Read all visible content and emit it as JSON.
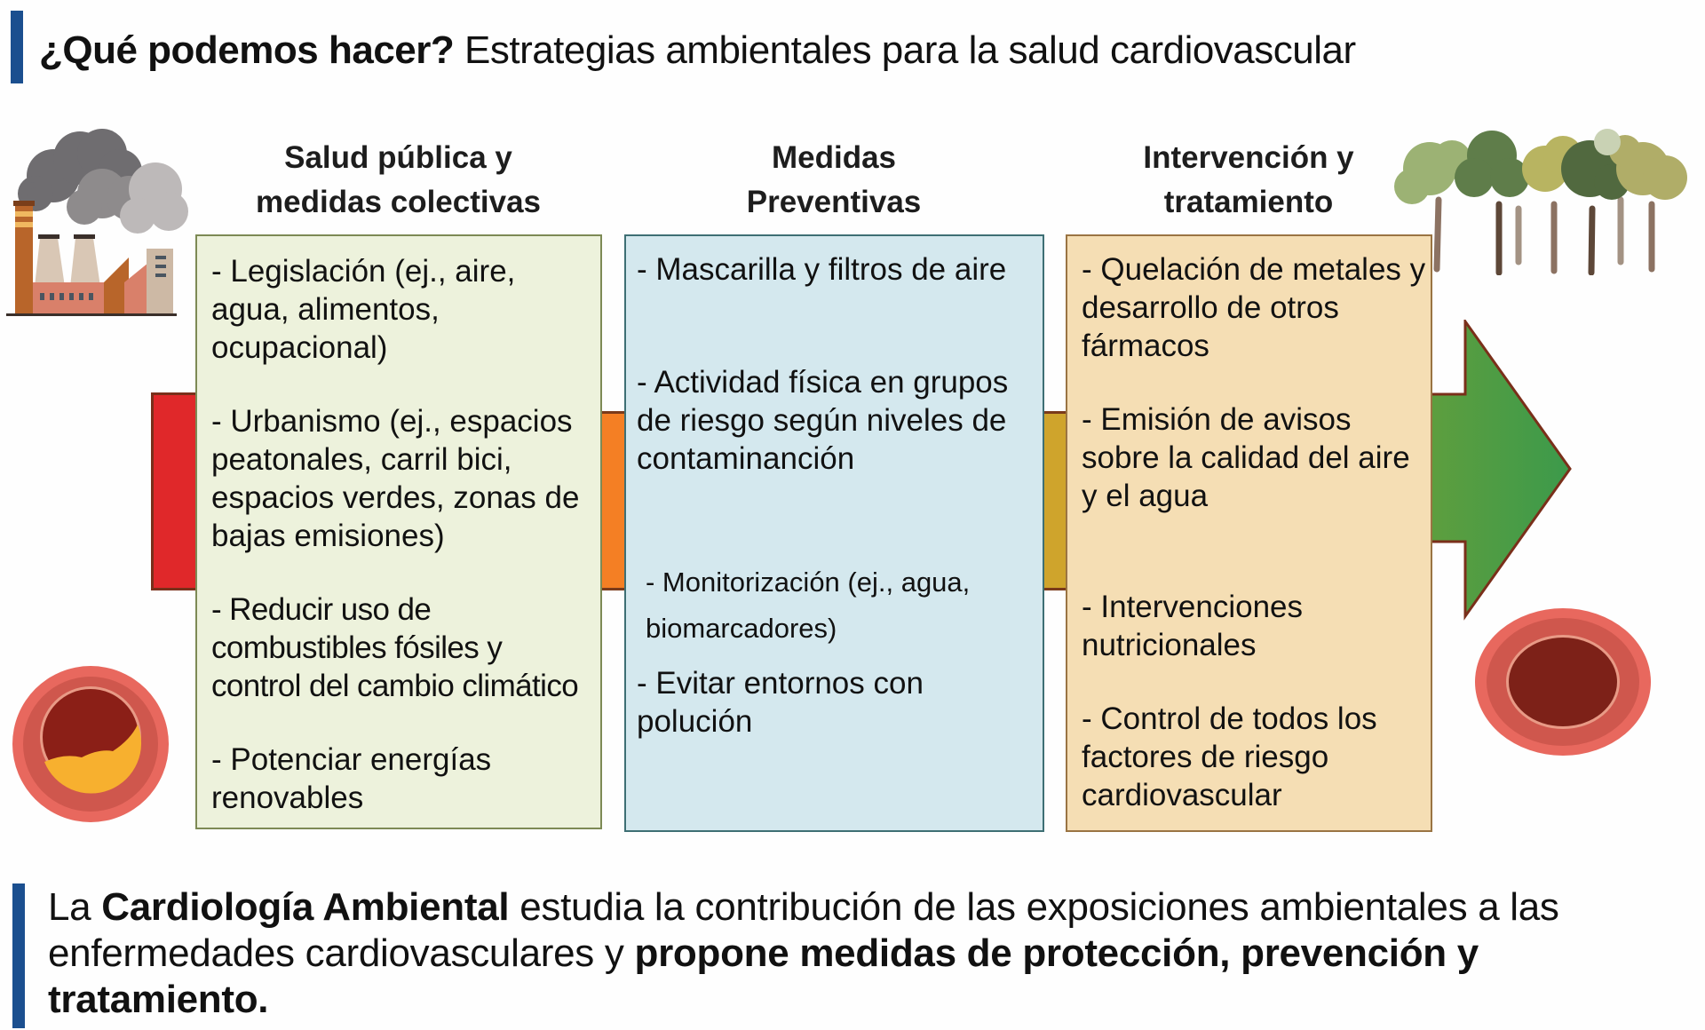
{
  "header": {
    "title_bold": "¿Qué podemos hacer?",
    "title_rest": " Estrategias ambientales para la salud cardiovascular",
    "accent_color": "#1b4f8f"
  },
  "columns": [
    {
      "heading_line1": "Salud pública y",
      "heading_line2": "medidas colectivas",
      "bg_color": "#edf2dc",
      "border_color": "#7d8a55",
      "items": [
        "- Legislación (ej., aire, agua, alimentos, ocupacional)",
        "- Urbanismo (ej., espacios peatonales, carril bici, espacios verdes, zonas de bajas emisiones)",
        "- Reducir uso de combustibles fósiles y control del cambio climático",
        "- Potenciar energías renovables"
      ]
    },
    {
      "heading_line1": "Medidas",
      "heading_line2": "Preventivas",
      "bg_color": "#d4e8ee",
      "border_color": "#3e6f74",
      "items": [
        "- Mascarilla y filtros de aire",
        "- Actividad física en grupos de riesgo según niveles de contaminanción",
        "- Monitorización (ej., agua, biomarcadores)",
        "- Evitar entornos con polución"
      ]
    },
    {
      "heading_line1": "Intervención y",
      "heading_line2": "tratamiento",
      "bg_color": "#f5deb4",
      "border_color": "#9a7443",
      "items": [
        "- Quelación de metales y desarrollo de otros fármacos",
        "- Emisión de avisos sobre la calidad del aire y el agua",
        "- Intervenciones nutricionales",
        "- Control de todos los factores de riesgo cardiovascular"
      ]
    }
  ],
  "arrow": {
    "gradient_colors": [
      "#e0282a",
      "#f47f24",
      "#cfa42c",
      "#5a9a3e",
      "#3f9a4a"
    ],
    "outline_color": "#7a2f1a"
  },
  "illustrations": {
    "left_top": "factory-pollution-icon",
    "right_top": "trees-forest-icon",
    "left_bottom": "clogged-artery-icon",
    "right_bottom": "healthy-artery-icon"
  },
  "footer": {
    "part1": "La ",
    "part2_bold": "Cardiología Ambiental",
    "part3": " estudia la contribución de las exposiciones ambientales a las enfermedades cardiovasculares y ",
    "part4_bold": "propone medidas de protección, prevención y tratamiento."
  }
}
